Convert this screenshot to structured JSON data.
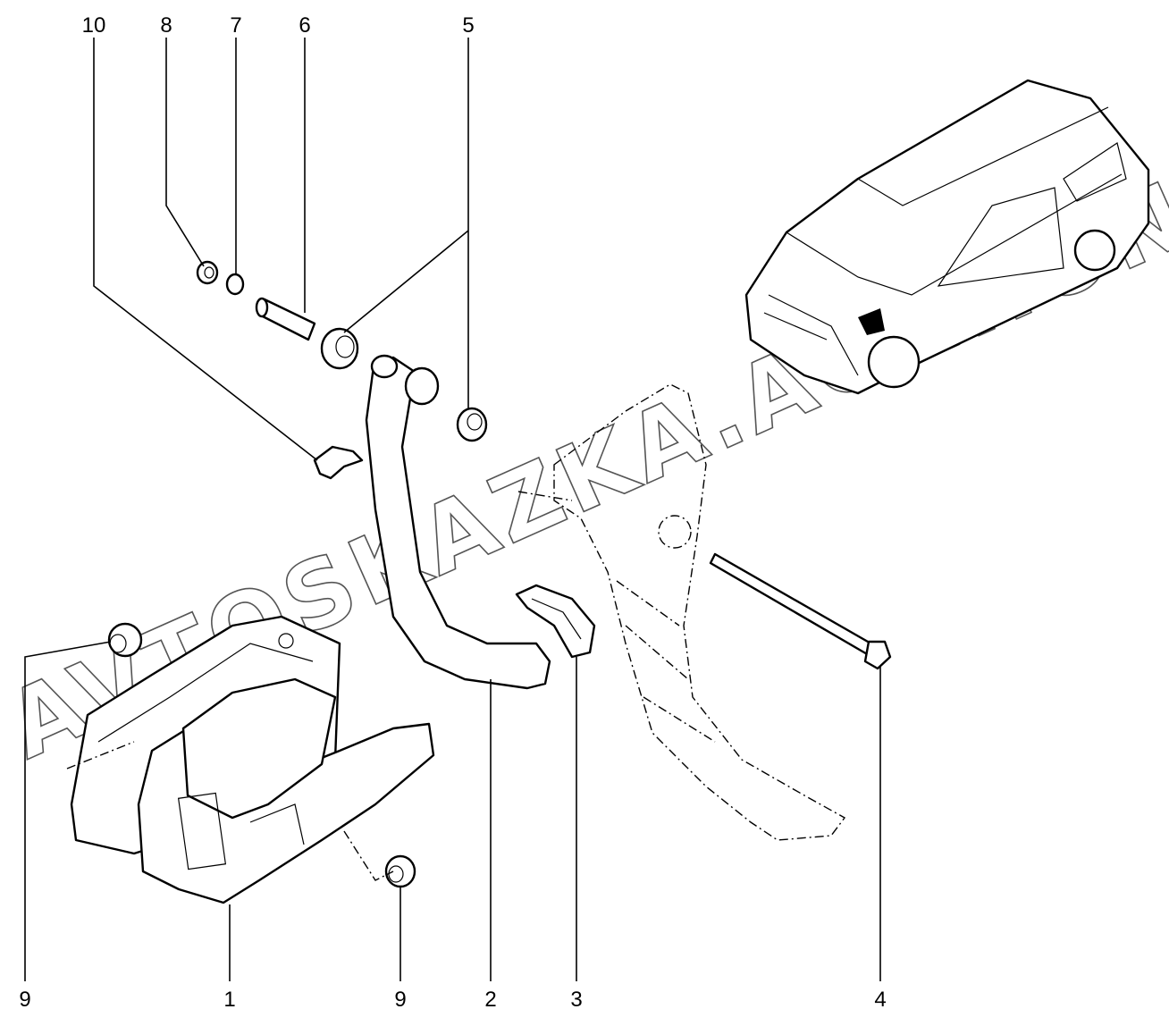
{
  "diagram": {
    "title": "Pedal assembly exploded view",
    "watermark": "AVTOSKAZKA.ACAT.ONLINE",
    "callouts": [
      {
        "id": "10",
        "label": "10"
      },
      {
        "id": "8",
        "label": "8"
      },
      {
        "id": "7",
        "label": "7"
      },
      {
        "id": "6",
        "label": "6"
      },
      {
        "id": "5",
        "label": "5"
      },
      {
        "id": "9a",
        "label": "9"
      },
      {
        "id": "1",
        "label": "1"
      },
      {
        "id": "9b",
        "label": "9"
      },
      {
        "id": "2",
        "label": "2"
      },
      {
        "id": "3",
        "label": "3"
      },
      {
        "id": "4",
        "label": "4"
      }
    ]
  }
}
